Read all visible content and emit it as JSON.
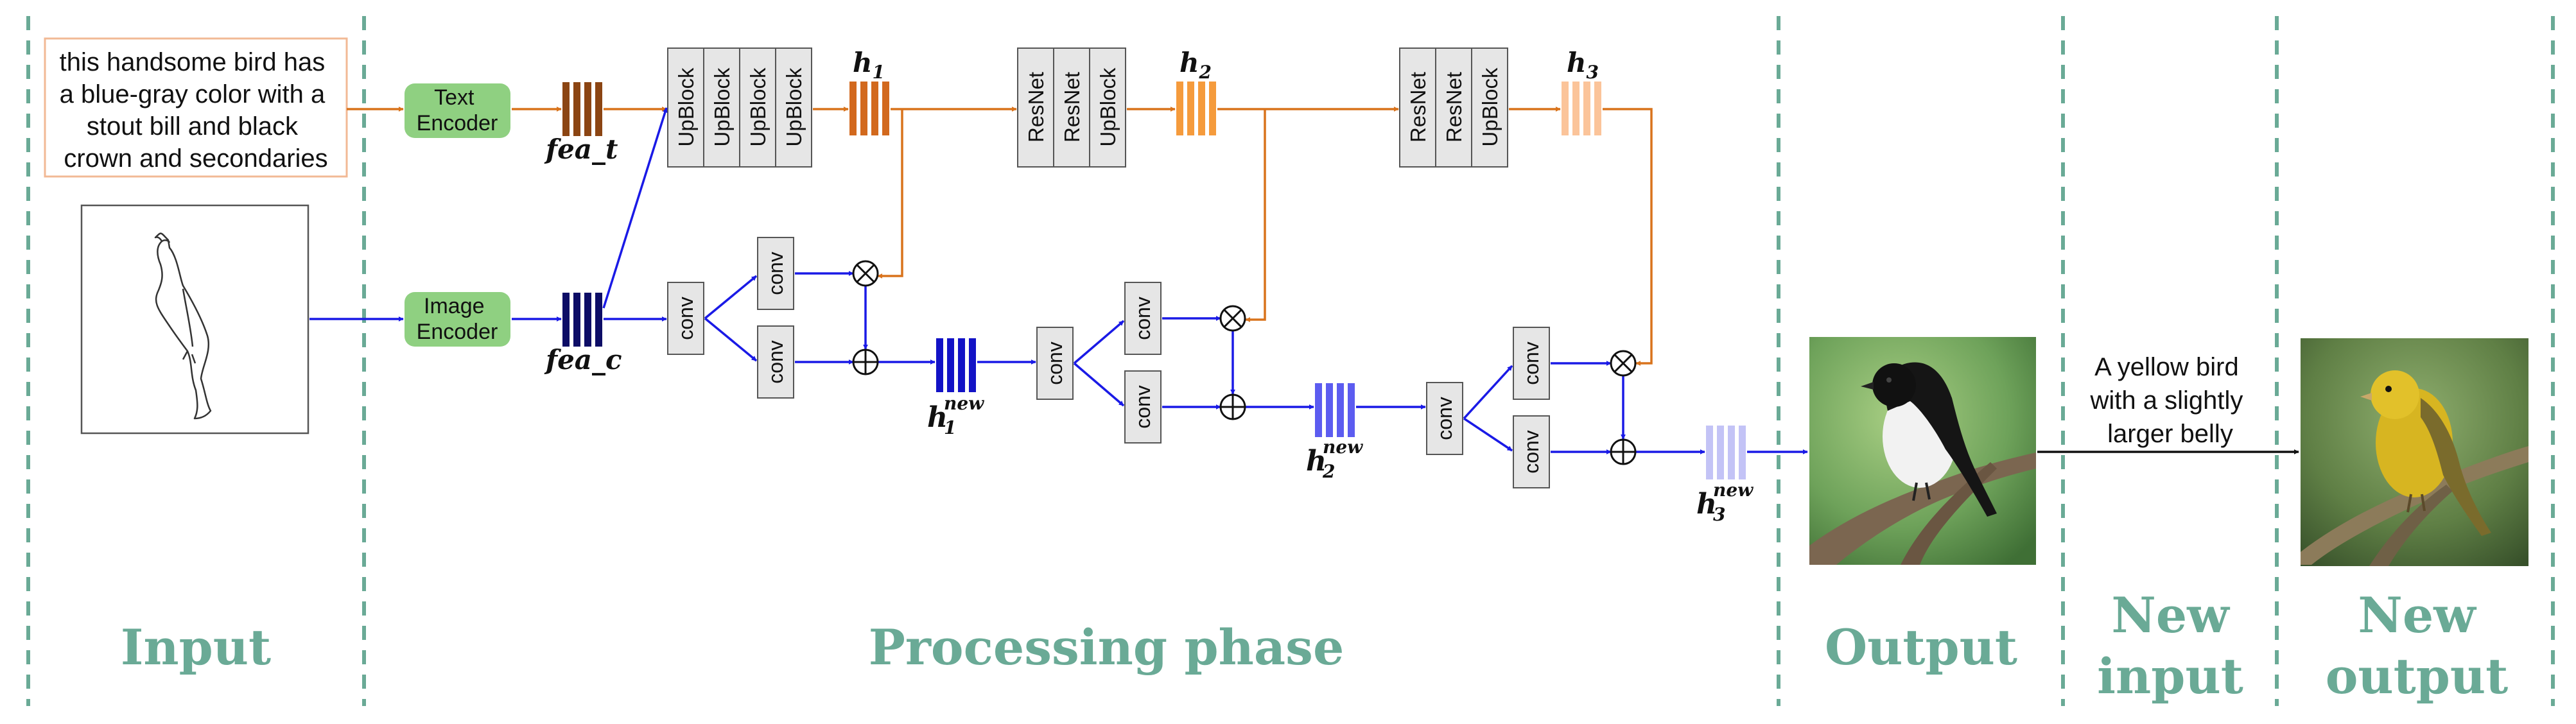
{
  "sections": {
    "input": "Input",
    "processing": "Processing phase",
    "output": "Output",
    "new_input": [
      "New",
      "input"
    ],
    "new_output": [
      "New",
      "output"
    ]
  },
  "prompt": [
    "this handsome bird has",
    "a blue-gray color with a",
    "stout bill and black",
    "crown and secondaries"
  ],
  "new_prompt": [
    "A yellow bird",
    "with a slightly",
    "larger belly"
  ],
  "encoders": {
    "text": [
      "Text",
      "Encoder"
    ],
    "image": [
      "Image",
      "Encoder"
    ]
  },
  "features": {
    "text": {
      "base": "fea",
      "sub": "t"
    },
    "image": {
      "base": "fea",
      "sub": "c"
    }
  },
  "blocks": {
    "stage1": [
      "UpBlock",
      "UpBlock",
      "UpBlock",
      "UpBlock"
    ],
    "stage2": [
      "ResNet",
      "ResNet",
      "UpBlock"
    ],
    "stage3": [
      "ResNet",
      "ResNet",
      "UpBlock"
    ],
    "conv": "conv"
  },
  "hidden": {
    "h": "h",
    "sub": [
      "1",
      "2",
      "3"
    ],
    "sup": "new"
  },
  "colors": {
    "dashed_line": "#6aaa96",
    "section_text": "#6aaa96",
    "text_path": "#d9731c",
    "image_path": "#1a1ae6",
    "encoder_fill": "#8fd081",
    "block_fill": "#e6e6e6",
    "fea_t": "#8b4513",
    "fea_c": "#0d0d66",
    "h1": "#d2691e",
    "h2": "#f59b3c",
    "h3": "#fbc49a",
    "h1_new": "#1313c6",
    "h2_new": "#5c5cf0",
    "h3_new": "#c3c3f6"
  }
}
